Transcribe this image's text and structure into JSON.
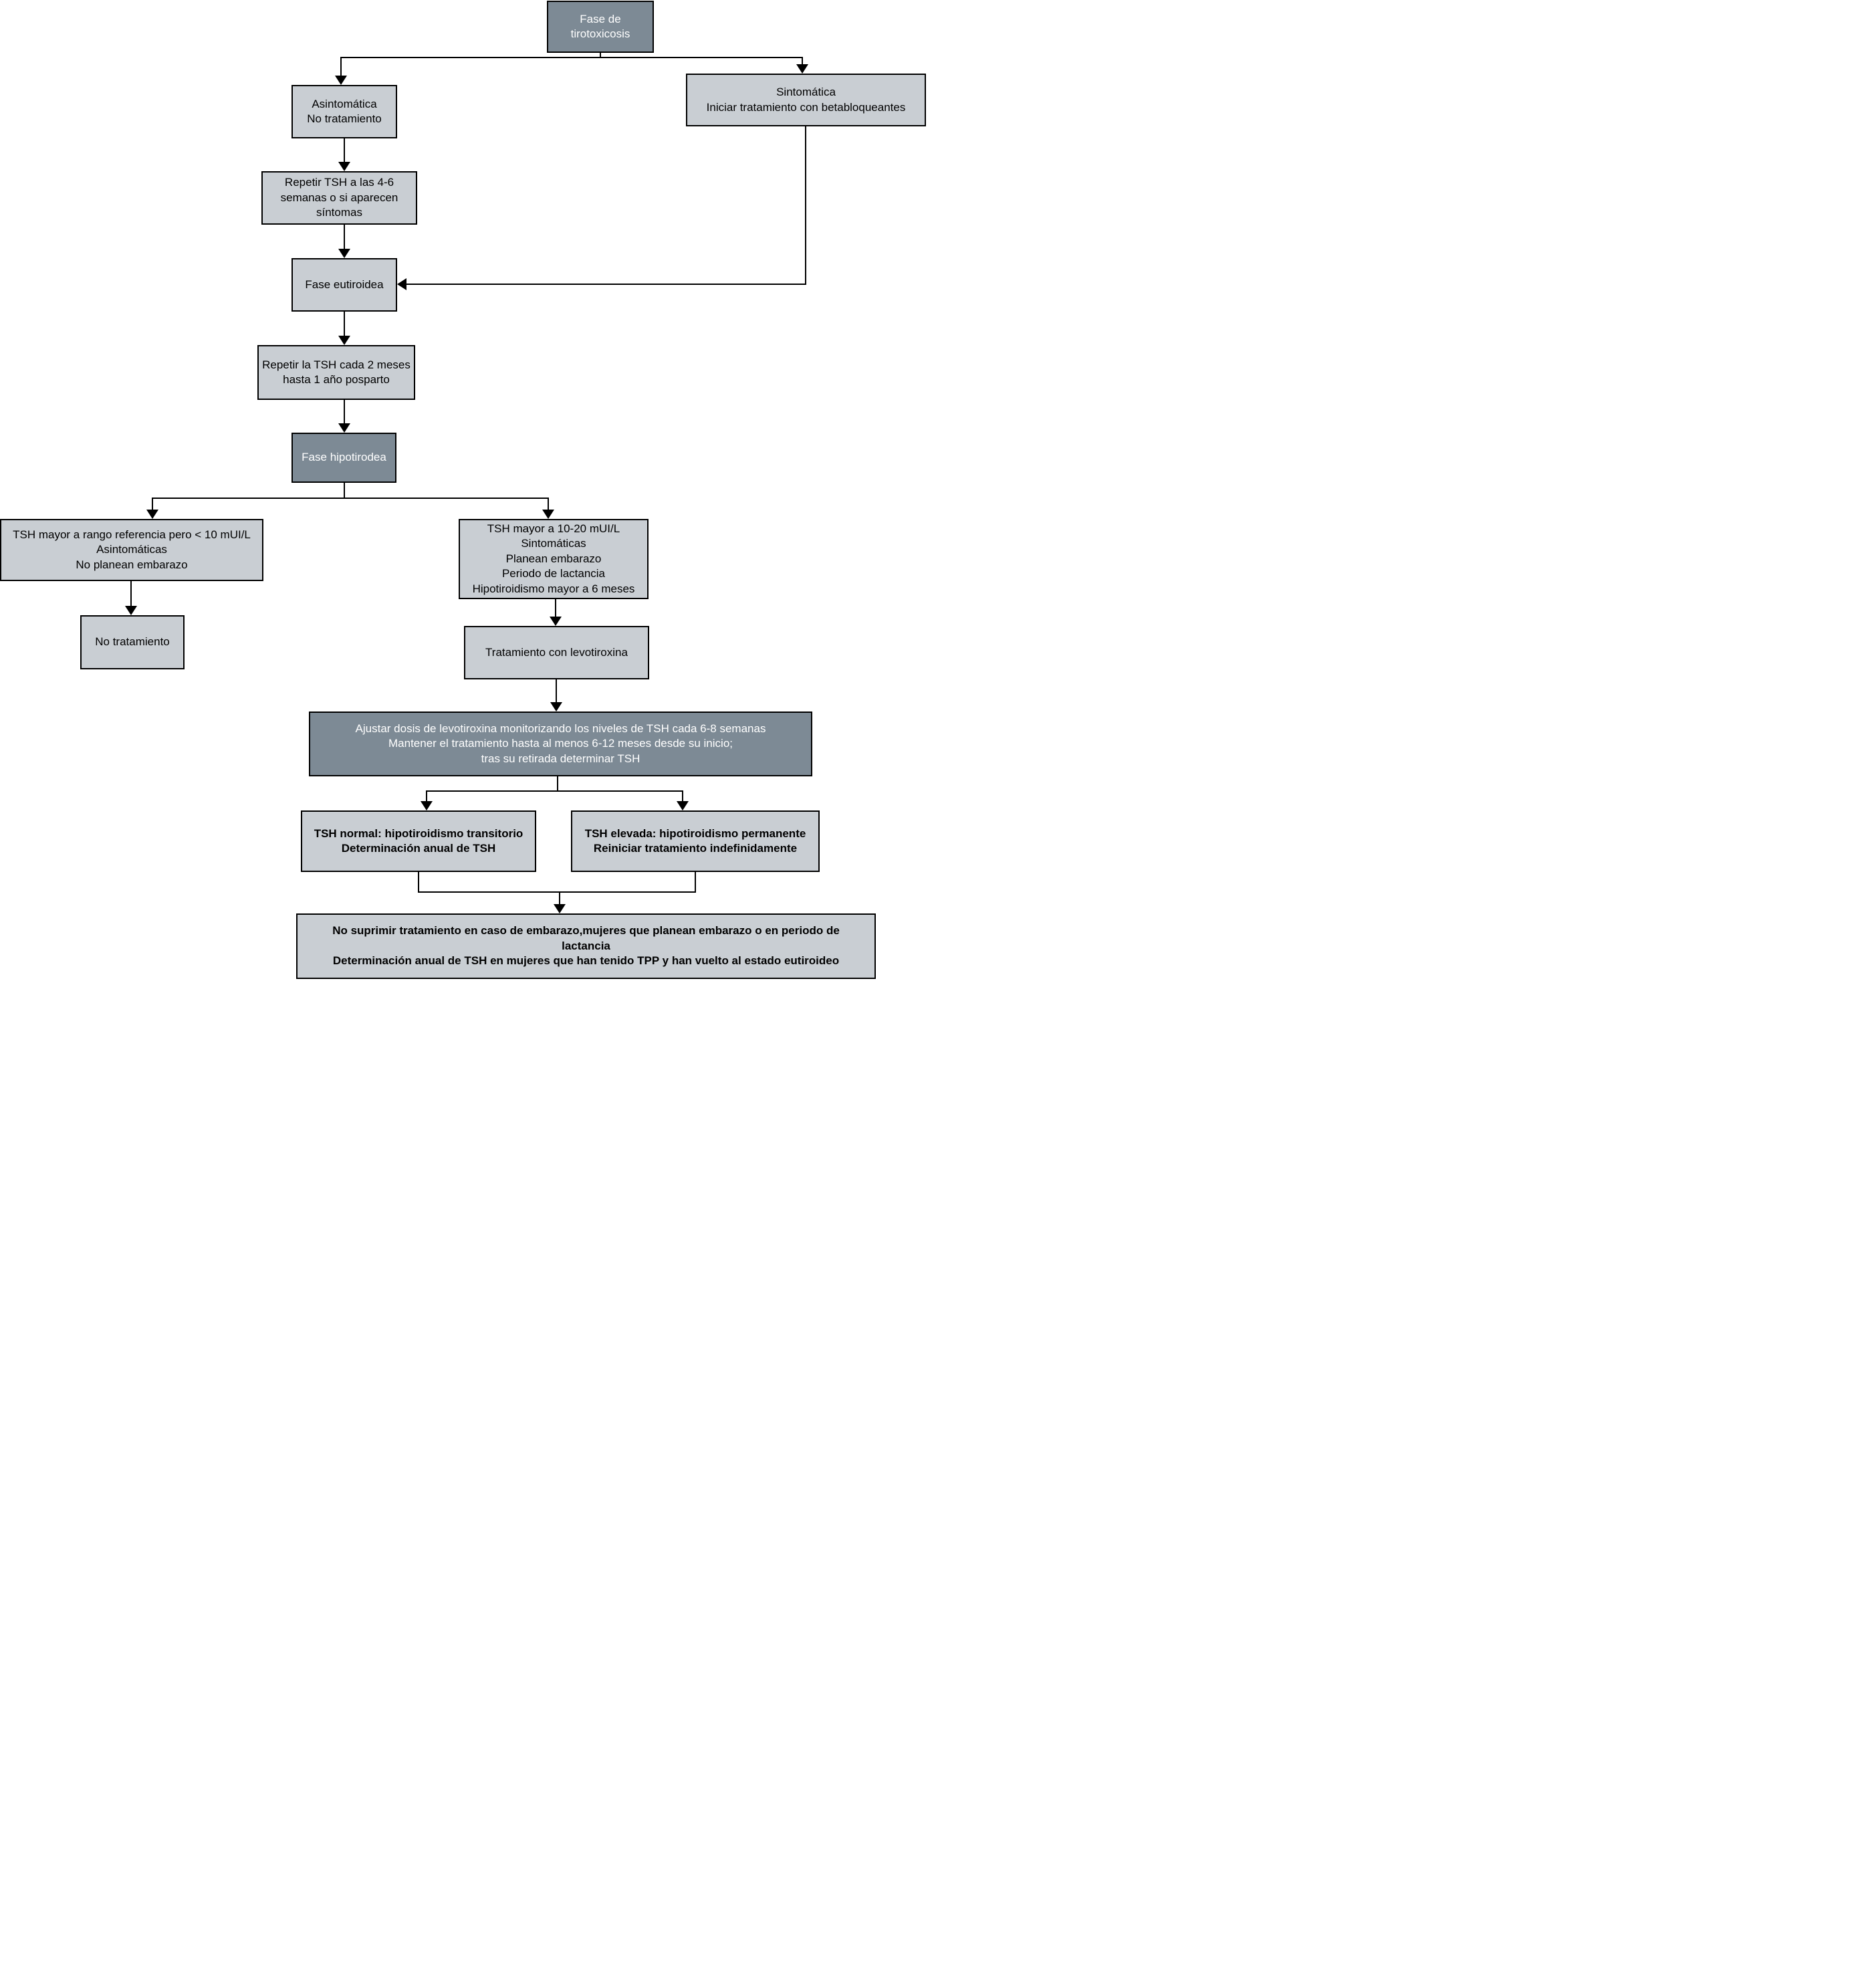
{
  "colors": {
    "phase_box_fill": "#7d8a95",
    "step_box_fill": "#c9ced3",
    "border_and_lines": "#000000",
    "phase_text": "#ffffff",
    "step_text": "#000000"
  },
  "nodes": {
    "fase_tirotoxicosis": {
      "label": "Fase de tirotoxicosis"
    },
    "asintomatica": {
      "label": "Asintomática\nNo tratamiento"
    },
    "sintomatica": {
      "label": "Sintomática\nIniciar tratamiento con betabloqueantes"
    },
    "repetir_tsh_4_6": {
      "label": "Repetir TSH a las 4-6\nsemanas o si aparecen\nsíntomas"
    },
    "fase_eutiroidea": {
      "label": "Fase eutiroidea"
    },
    "repetir_tsh_2_meses": {
      "label": "Repetir la TSH cada 2 meses\nhasta 1 año posparto"
    },
    "fase_hipotirodea": {
      "label": "Fase hipotirodea"
    },
    "tsh_menor_10": {
      "label": "TSH mayor a rango referencia pero < 10 mUI/L\nAsintomáticas\nNo planean embarazo"
    },
    "tsh_10_20": {
      "label": "TSH mayor a 10-20 mUI/L\nSintomáticas\nPlanean embarazo\nPeriodo de lactancia\nHipotiroidismo mayor a 6 meses"
    },
    "no_tratamiento": {
      "label": "No tratamiento"
    },
    "tratamiento_levotiroxina": {
      "label": "Tratamiento con levotiroxina"
    },
    "ajustar_dosis": {
      "label": "Ajustar dosis de levotiroxina monitorizando los niveles de TSH cada 6-8 semanas\nMantener el tratamiento hasta al menos 6-12 meses desde su inicio;\ntras su retirada determinar TSH"
    },
    "tsh_normal": {
      "label": "TSH normal: hipotiroidismo transitorio\nDeterminación anual de TSH"
    },
    "tsh_elevada": {
      "label": "TSH elevada: hipotiroidismo permanente\nReiniciar tratamiento indefinidamente"
    },
    "no_suprimir": {
      "label": "No suprimir tratamiento en caso de embarazo,mujeres que planean embarazo o en periodo de\nlactancia\nDeterminación anual de TSH en mujeres que han tenido TPP y han vuelto al estado eutiroideo"
    }
  }
}
